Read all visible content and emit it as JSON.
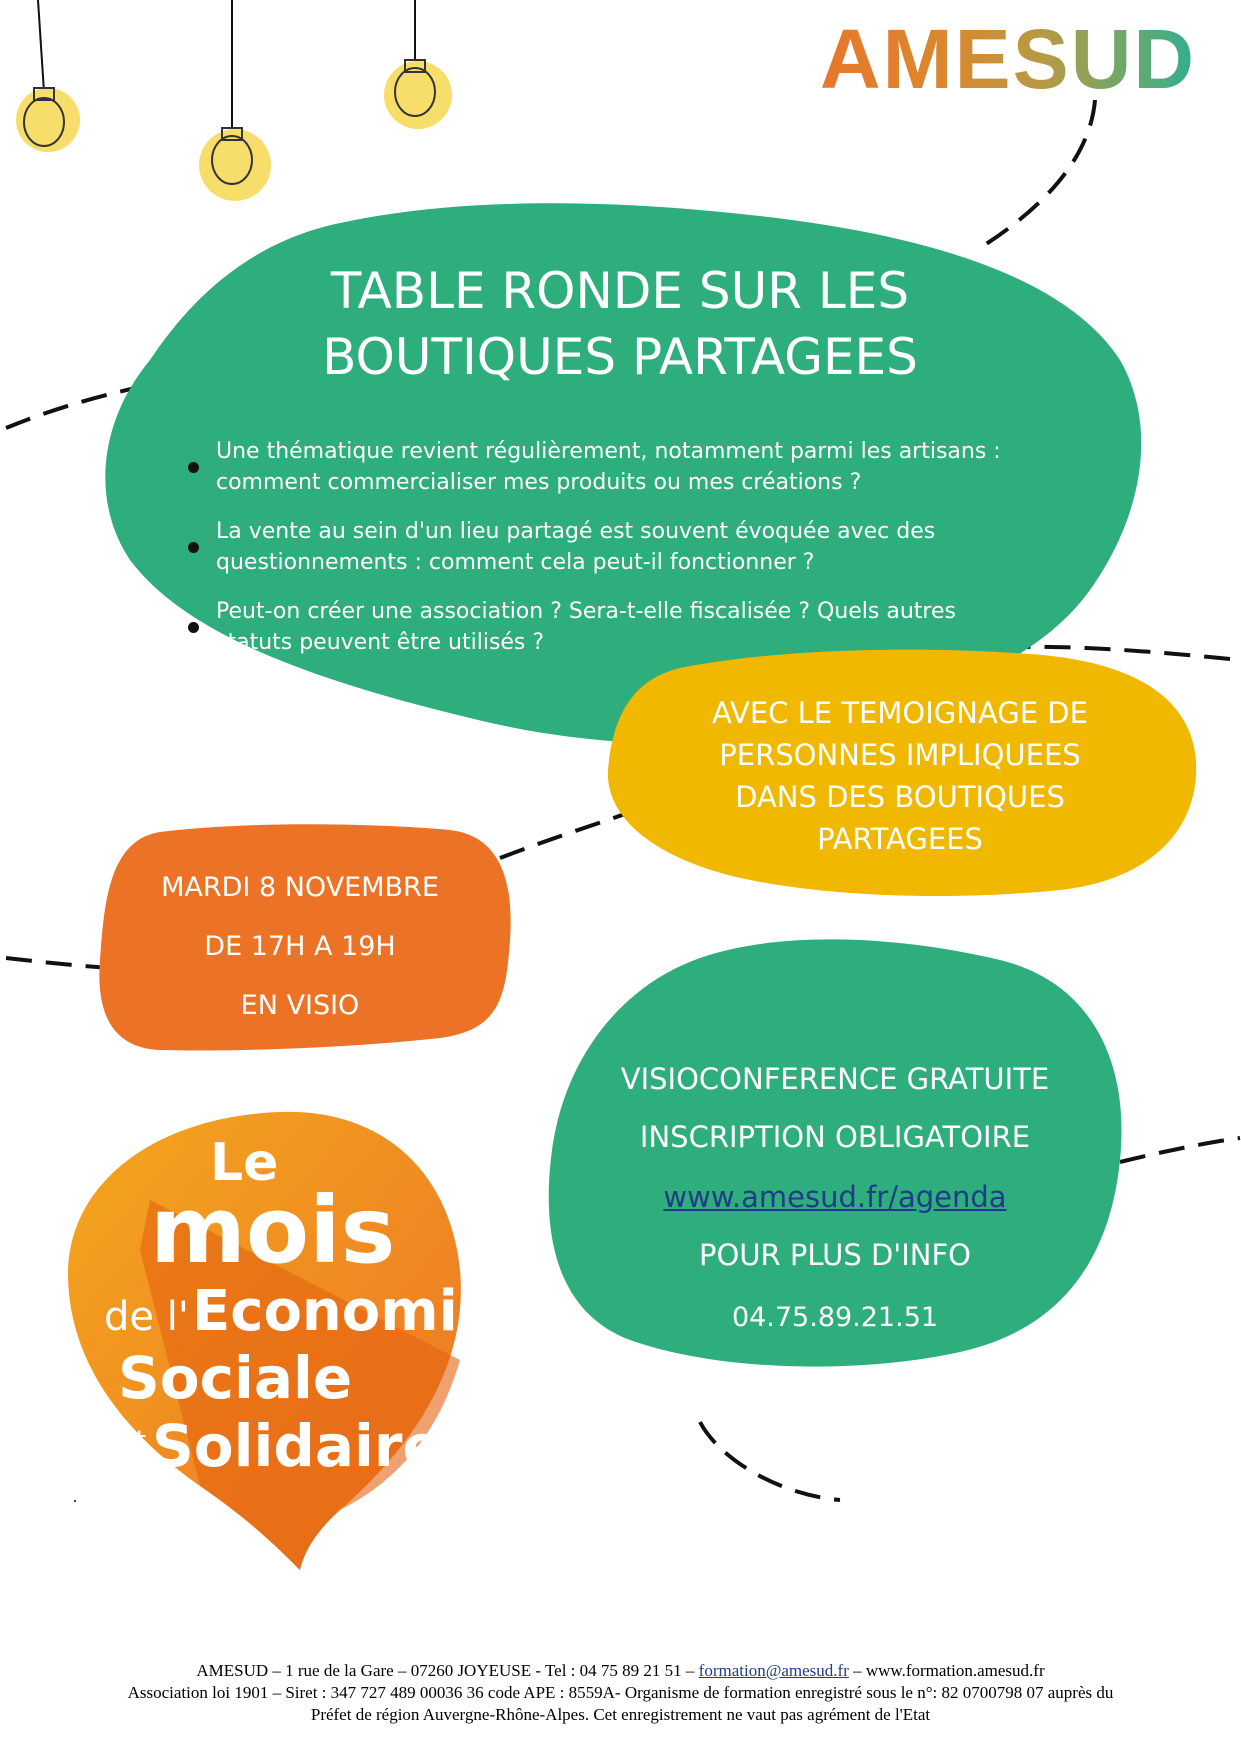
{
  "brand": {
    "name": "AMESUD",
    "colors": [
      "#e8762c",
      "#d9892f",
      "#b69a45",
      "#6fa86a",
      "#2faf8f"
    ]
  },
  "colors": {
    "green": "#2ead7d",
    "yellow": "#f0b800",
    "orange": "#ec7325",
    "link": "#1f3c88"
  },
  "event": {
    "title_line1": "TABLE RONDE SUR LES",
    "title_line2": "BOUTIQUES PARTAGEES",
    "bullets": [
      "Une thématique revient régulièrement, notamment parmi les artisans : comment commercialiser mes produits ou mes créations ?",
      "La vente au sein d'un lieu partagé est souvent évoquée avec des questionnements : comment cela peut-il fonctionner ?",
      "Peut-on créer une association ? Sera-t-elle fiscalisée ? Quels autres statuts peuvent être utilisés ?"
    ]
  },
  "testimony": {
    "lines": [
      "AVEC LE TEMOIGNAGE DE",
      "PERSONNES IMPLIQUEES",
      "DANS DES BOUTIQUES",
      "PARTAGEES"
    ]
  },
  "schedule": {
    "date": "MARDI 8 NOVEMBRE",
    "time": "DE 17H A 19H",
    "mode": "EN VISIO"
  },
  "registration": {
    "line1": "VISIOCONFERENCE GRATUITE",
    "line2": "INSCRIPTION OBLIGATOIRE",
    "link": "www.amesud.fr/agenda",
    "line3": "POUR PLUS D'INFO",
    "phone": "04.75.89.21.51"
  },
  "mois_logo": {
    "le": "Le",
    "mois": "mois",
    "de": "de l'",
    "economie": "Economie",
    "sociale": "Sociale",
    "et": "et",
    "solidaire": "Solidaire"
  },
  "footer": {
    "line1_a": "AMESUD – 1 rue de la Gare – 07260 JOYEUSE - Tel : 04 75 89 21 51 – ",
    "line1_email": "formation@amesud.fr",
    "line1_b": " – www.formation.amesud.fr",
    "line2": "Association loi 1901 – Siret : 347 727 489 00036 36 code APE : 8559A- Organisme de formation enregistré sous le n°: 82 0700798 07 auprès du",
    "line3": "Préfet de région Auvergne-Rhône-Alpes. Cet enregistrement ne vaut pas agrément de l'Etat"
  }
}
